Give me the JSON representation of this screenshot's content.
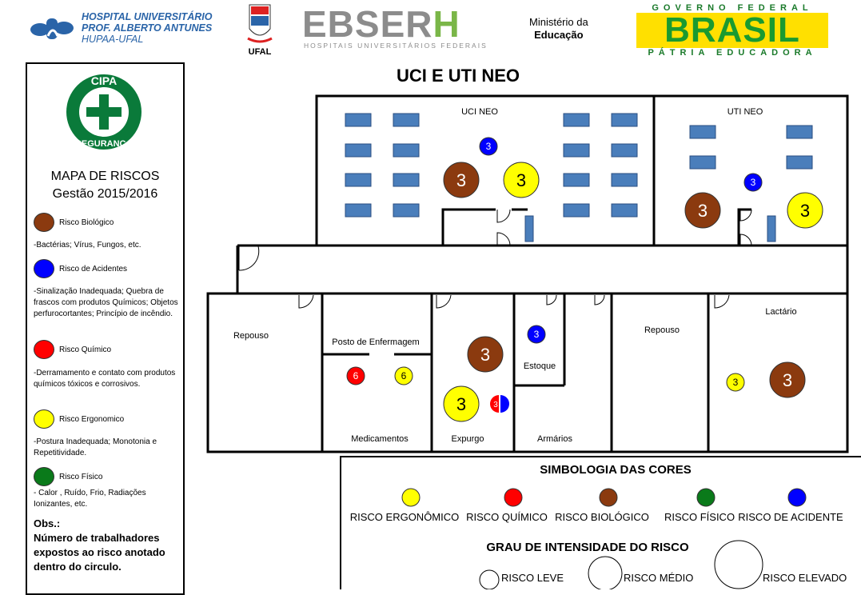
{
  "header": {
    "hospital": {
      "line1": "HOSPITAL UNIVERSITÁRIO",
      "line2": "PROF. ALBERTO ANTUNES",
      "line3": "HUPAA-UFAL"
    },
    "ufal": "UFAL",
    "ebserh": {
      "name_main": "EBSER",
      "name_h": "H",
      "subtitle": "HOSPITAIS UNIVERSITÁRIOS FEDERAIS"
    },
    "mec": {
      "line1": "Ministério da",
      "line2": "Educação"
    },
    "gov": {
      "top": "GOVERNO FEDERAL",
      "main": "BRASIL",
      "bottom": "PÁTRIA EDUCADORA"
    }
  },
  "sidebar": {
    "logo": {
      "top": "CIPA",
      "bottom": "SEGURANÇA"
    },
    "title": "MAPA DE RISCOS",
    "subtitle": "Gestão 2015/2016",
    "legend": [
      {
        "label": "Risco Biológico",
        "color": "#8b3a0f",
        "desc": "-Bactérias; Vírus, Fungos, etc."
      },
      {
        "label": "Risco de Acidentes",
        "color": "#0000ff",
        "desc": "-Sinalização Inadequada; Quebra de frascos com produtos Químicos; Objetos perfurocortantes; Princípio de incêndio."
      },
      {
        "label": "Risco Químico",
        "color": "#ff0000",
        "desc": "-Derramamento e contato com produtos químicos tóxicos e corrosivos."
      },
      {
        "label": "Risco Ergonomico",
        "color": "#ffff00",
        "desc": "-Postura Inadequada; Monotonia e Repetitividade."
      },
      {
        "label": "Risco Físico",
        "color": "#0a7a1a",
        "desc": "- Calor , Ruído, Frio, Radiações Ionizantes, etc."
      }
    ],
    "obs_title": "Obs.:",
    "obs_text": "Número de trabalhadores expostos ao risco anotado dentro do circulo."
  },
  "map": {
    "title": "UCI E UTI NEO",
    "rooms": {
      "uci_neo": "UCI NEO",
      "uti_neo": "UTI NEO",
      "repouso1": "Repouso",
      "posto": "Posto de Enfermagem",
      "medicamentos": "Medicamentos",
      "expurgo": "Expurgo",
      "estoque": "Estoque",
      "armarios": "Armários",
      "repouso2": "Repouso",
      "lactario": "Lactário"
    },
    "risks": [
      {
        "room": "UCI NEO",
        "type": "acidente",
        "count": "3",
        "size": "leve"
      },
      {
        "room": "UCI NEO",
        "type": "biologico",
        "count": "3",
        "size": "medio"
      },
      {
        "room": "UCI NEO",
        "type": "ergonomico",
        "count": "3",
        "size": "medio"
      },
      {
        "room": "UTI NEO",
        "type": "acidente",
        "count": "3",
        "size": "leve"
      },
      {
        "room": "UTI NEO",
        "type": "biologico",
        "count": "3",
        "size": "medio"
      },
      {
        "room": "UTI NEO",
        "type": "ergonomico",
        "count": "3",
        "size": "medio"
      },
      {
        "room": "Medicamentos",
        "type": "quimico",
        "count": "6",
        "size": "leve"
      },
      {
        "room": "Medicamentos",
        "type": "ergonomico",
        "count": "6",
        "size": "leve"
      },
      {
        "room": "Expurgo",
        "type": "biologico",
        "count": "3",
        "size": "medio"
      },
      {
        "room": "Expurgo",
        "type": "ergonomico",
        "count": "3",
        "size": "medio"
      },
      {
        "room": "Expurgo",
        "type": "quimico+acidente",
        "count": "3",
        "size": "leve"
      },
      {
        "room": "Estoque",
        "type": "acidente",
        "count": "3",
        "size": "leve"
      },
      {
        "room": "Lactário",
        "type": "ergonomico",
        "count": "3",
        "size": "leve"
      },
      {
        "room": "Lactário",
        "type": "biologico",
        "count": "3",
        "size": "medio"
      }
    ]
  },
  "symbology": {
    "title": "SIMBOLOGIA DAS CORES",
    "colors": [
      {
        "label": "RISCO ERGONÔMICO",
        "color": "#ffff00"
      },
      {
        "label": "RISCO QUÍMICO",
        "color": "#ff0000"
      },
      {
        "label": "RISCO BIOLÓGICO",
        "color": "#8b3a0f"
      },
      {
        "label": "RISCO FÍSICO",
        "color": "#0a7a1a"
      },
      {
        "label": "RISCO DE ACIDENTE",
        "color": "#0000ff"
      }
    ],
    "intensity_title": "GRAU DE INTENSIDADE DO RISCO",
    "intensity": [
      {
        "label": "RISCO LEVE"
      },
      {
        "label": "RISCO MÉDIO"
      },
      {
        "label": "RISCO ELEVADO"
      }
    ]
  }
}
